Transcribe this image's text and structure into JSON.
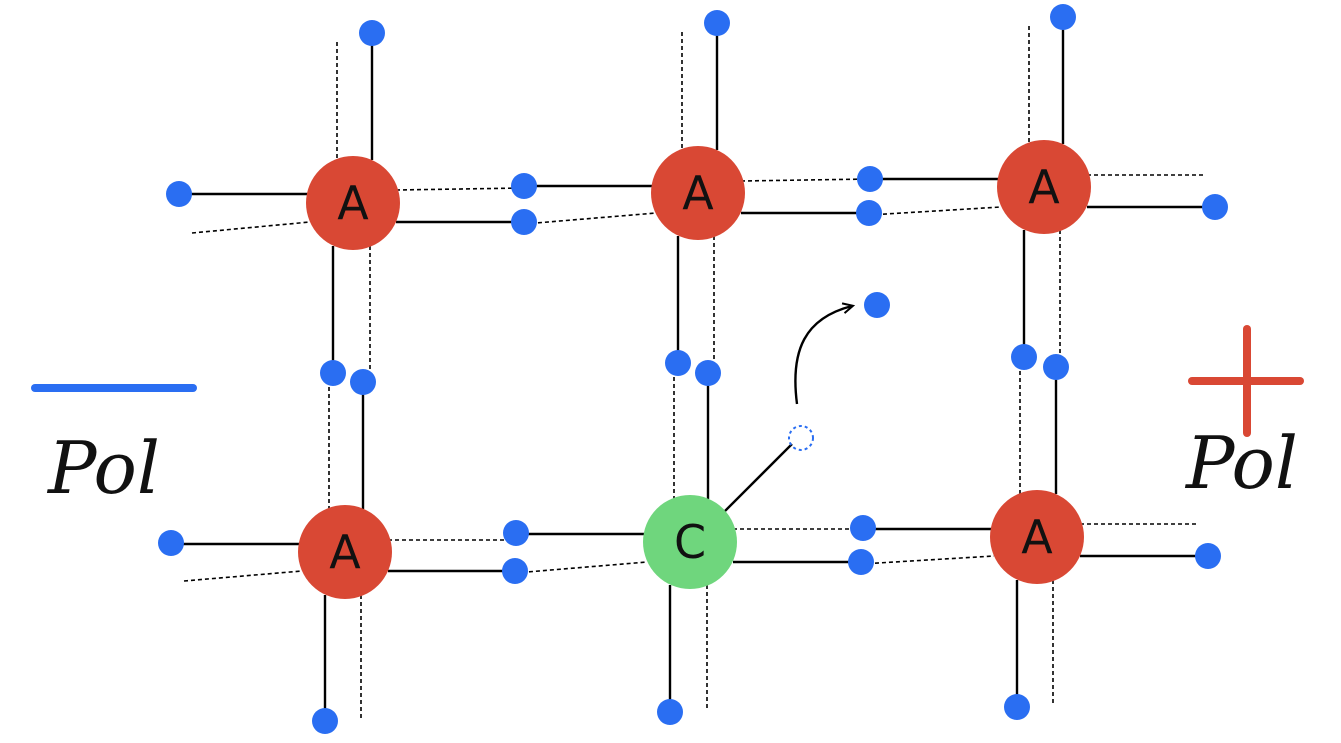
{
  "atoms": [
    {
      "symbol": "A"
    },
    {
      "symbol": "A"
    },
    {
      "symbol": "A"
    },
    {
      "symbol": "A"
    },
    {
      "symbol": "C"
    },
    {
      "symbol": "A"
    }
  ],
  "left_pole": {
    "sign": "−",
    "label": "Pol",
    "color": "#2a6ef2"
  },
  "right_pole": {
    "sign": "+",
    "label": "Pol",
    "color": "#d94834"
  },
  "colors": {
    "atom_a": "#d94834",
    "atom_c": "#6fd67d",
    "electron": "#2a6ef2",
    "bond": "#000000"
  },
  "icons": {
    "electron": "blue-dot",
    "hole": "dashed-circle",
    "migration": "curved-arrow"
  }
}
